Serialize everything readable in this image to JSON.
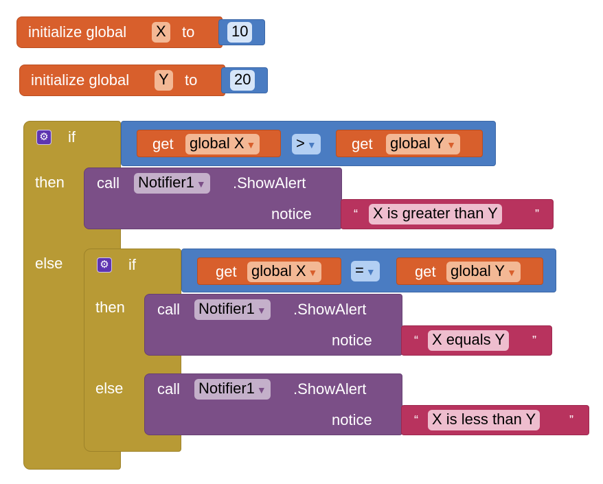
{
  "init_x": {
    "label": "initialize global",
    "name": "X",
    "to": "to",
    "value": "10"
  },
  "init_y": {
    "label": "initialize global",
    "name": "Y",
    "to": "to",
    "value": "20"
  },
  "outer_if": {
    "if": "if",
    "then": "then",
    "else": "else",
    "cond": {
      "get": "get",
      "left_var": "global X",
      "op": ">",
      "right_var": "global Y"
    },
    "then_call": {
      "call": "call",
      "component": "Notifier1",
      "method": ".ShowAlert",
      "arg": "notice",
      "open_quote": "“",
      "text": "X is greater than Y",
      "close_quote": "”"
    }
  },
  "inner_if": {
    "if": "if",
    "then": "then",
    "else": "else",
    "cond": {
      "get": "get",
      "left_var": "global X",
      "op": "=",
      "right_var": "global Y"
    },
    "then_call": {
      "call": "call",
      "component": "Notifier1",
      "method": ".ShowAlert",
      "arg": "notice",
      "open_quote": "“",
      "text": "X equals Y",
      "close_quote": "”"
    },
    "else_call": {
      "call": "call",
      "component": "Notifier1",
      "method": ".ShowAlert",
      "arg": "notice",
      "open_quote": "“",
      "text": "X is less than Y",
      "close_quote": "”"
    }
  },
  "icons": {
    "dropdown": "dropdown-arrow-icon",
    "mutator": "gear-icon"
  },
  "colors": {
    "variables": "#d85f2c",
    "logic": "#4a7cc2",
    "control": "#b89a35",
    "component": "#7b4f87",
    "text": "#b8335e",
    "math": "#4a7cc2"
  }
}
